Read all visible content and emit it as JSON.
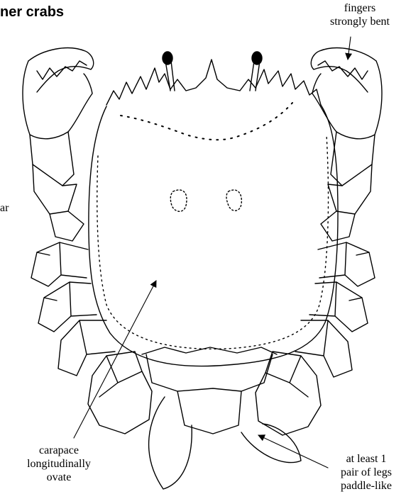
{
  "title": "ner crabs",
  "labels": {
    "fingers": [
      "fingers",
      "strongly bent"
    ],
    "carapace": [
      "carapace",
      "longitudinally",
      "ovate"
    ],
    "legs": [
      "at least 1",
      "pair of legs",
      "paddle-like"
    ],
    "left_edge": "ar"
  },
  "colors": {
    "ink": "#000000",
    "paper": "#ffffff"
  }
}
